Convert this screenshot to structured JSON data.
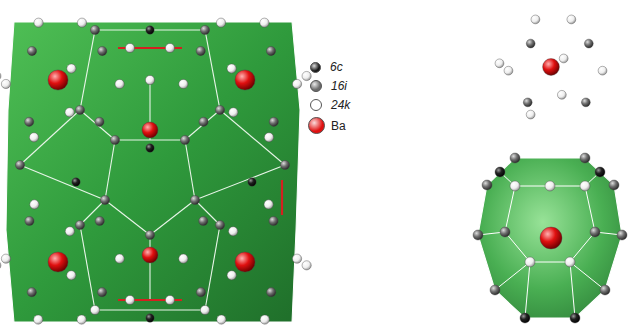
{
  "diagram": {
    "legend": [
      {
        "text": "6c",
        "color": "#1a1a1a"
      },
      {
        "text": "16i",
        "color": "#6b6b6b"
      },
      {
        "text": "24k",
        "color": "#ffffff"
      },
      {
        "text": "Ba",
        "color": "#e01010"
      }
    ]
  }
}
